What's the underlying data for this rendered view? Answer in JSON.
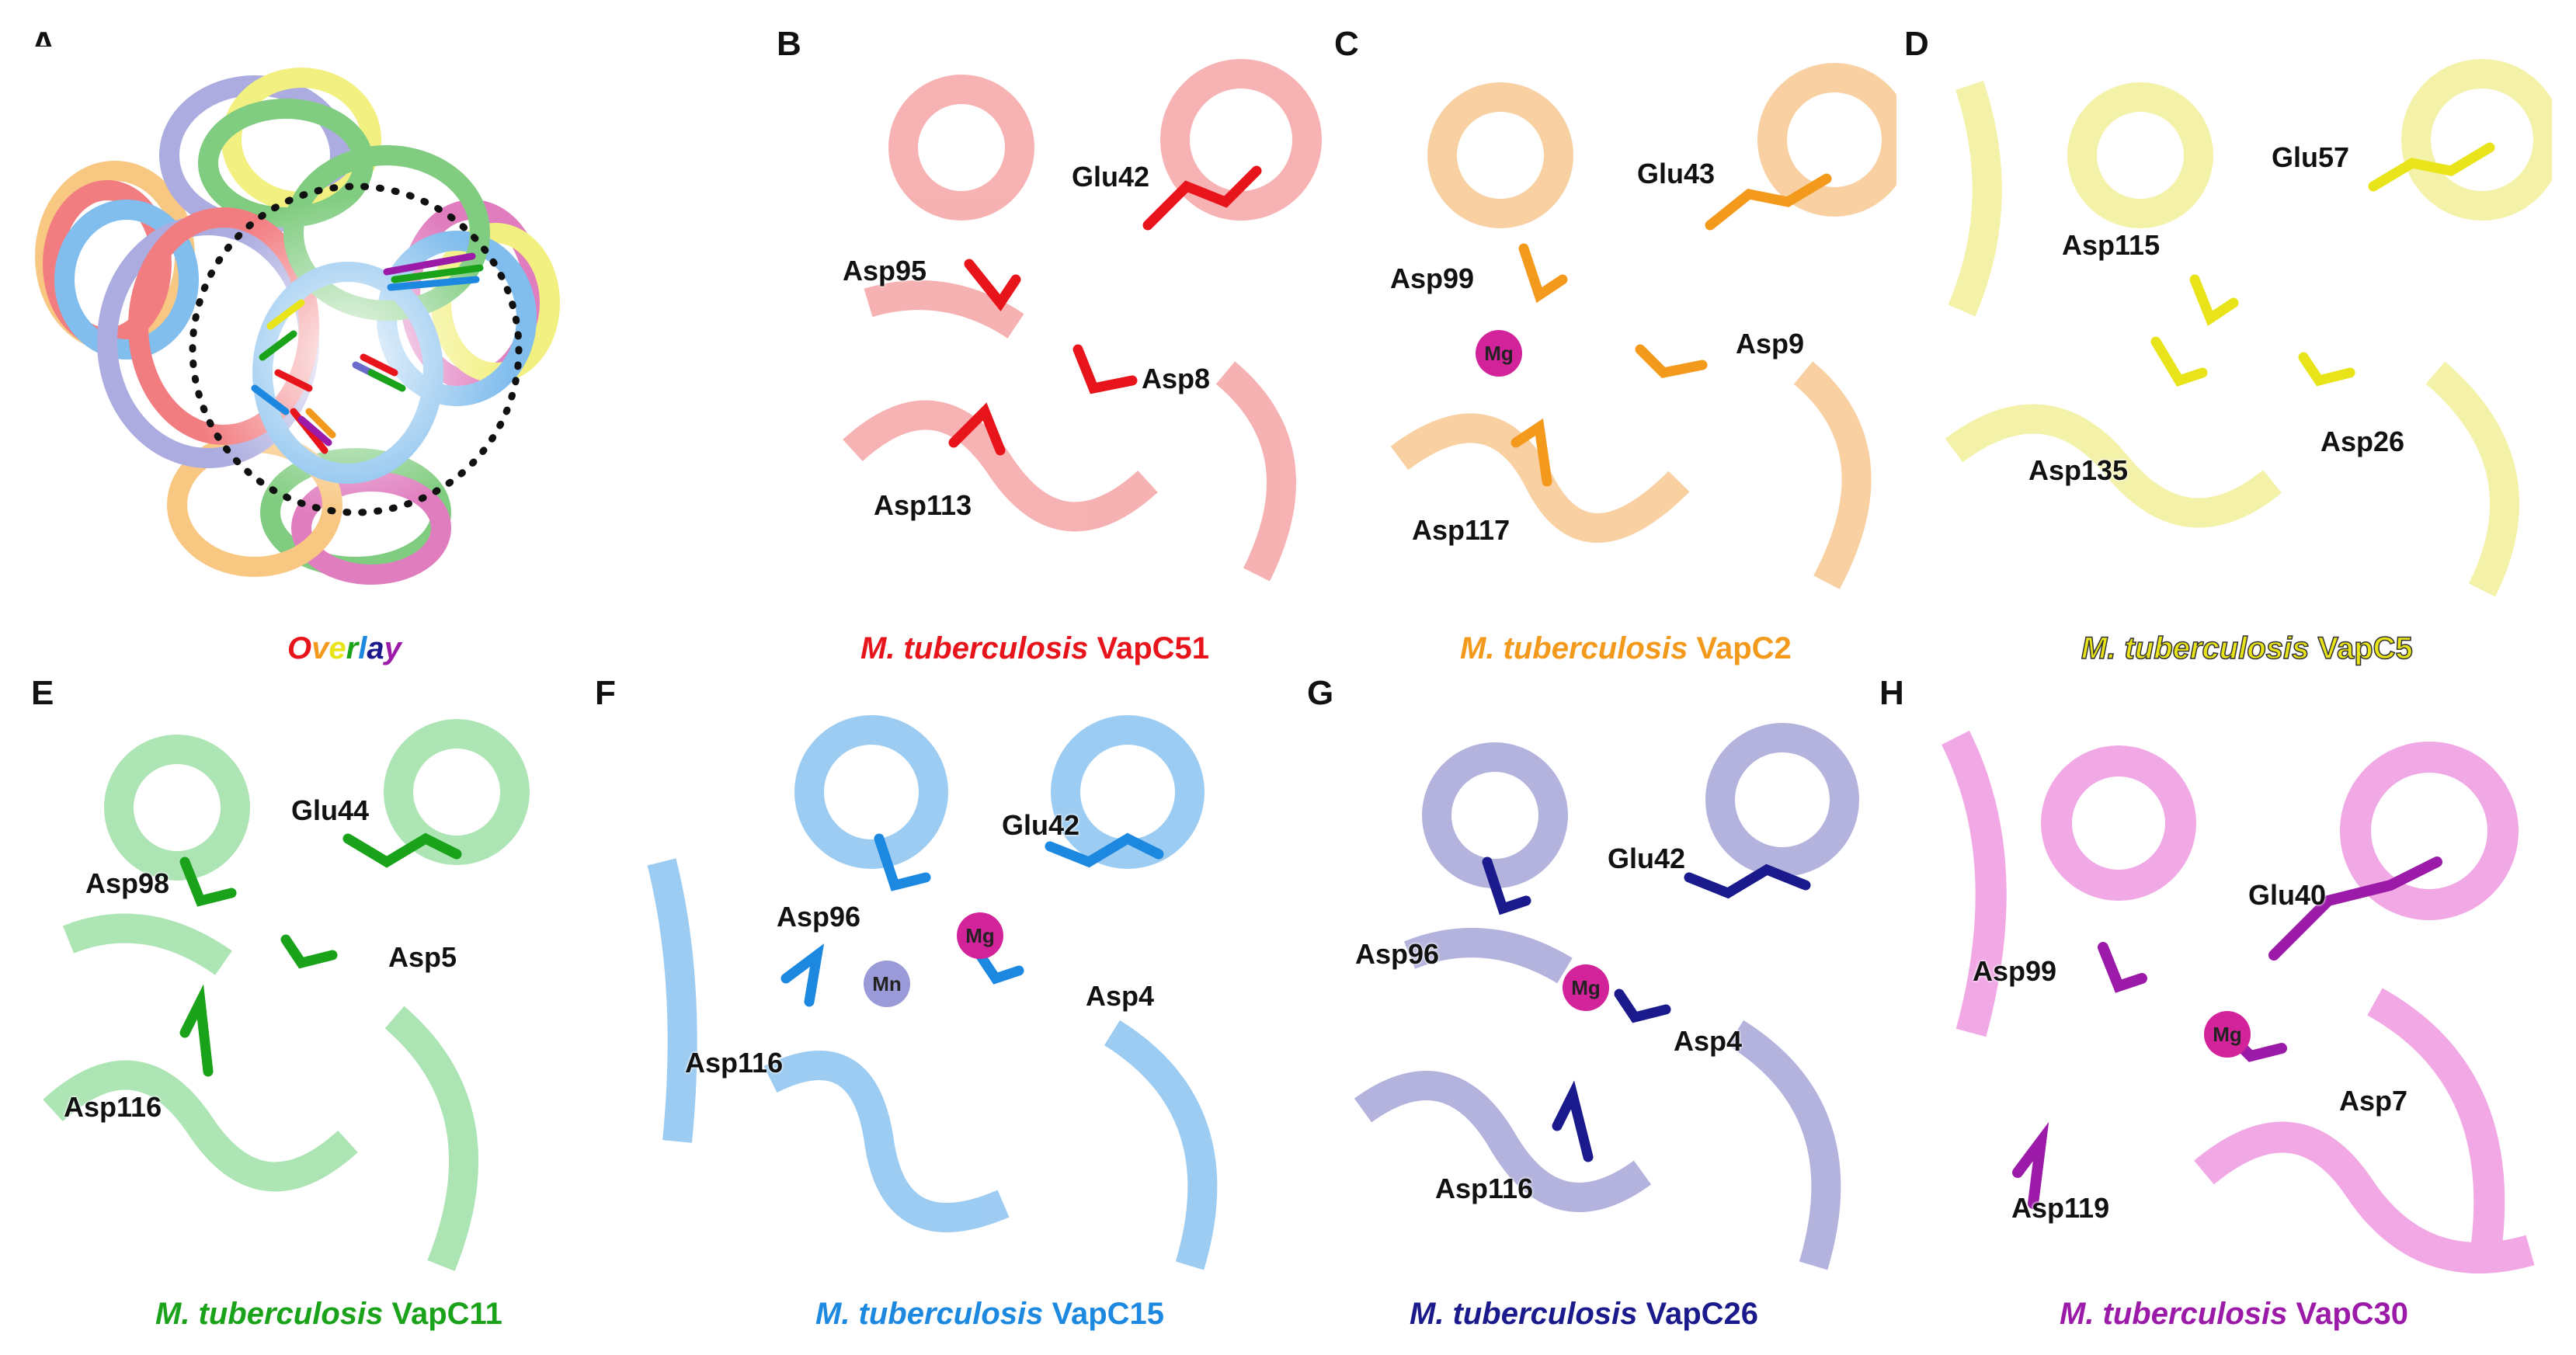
{
  "panels": [
    {
      "letter": "A",
      "caption_overlay": "Overlay"
    },
    {
      "letter": "B",
      "species": "M. tuberculosis",
      "protein": "VapC51",
      "color": "#e8141c",
      "residues": [
        {
          "name": "Glu42"
        },
        {
          "name": "Asp95"
        },
        {
          "name": "Asp8"
        },
        {
          "name": "Asp113"
        }
      ],
      "ions": []
    },
    {
      "letter": "C",
      "species": "M. tuberculosis",
      "protein": "VapC2",
      "color": "#f39a1d",
      "residues": [
        {
          "name": "Glu43"
        },
        {
          "name": "Asp99"
        },
        {
          "name": "Asp9"
        },
        {
          "name": "Asp117"
        }
      ],
      "ions": [
        {
          "name": "Mg"
        }
      ]
    },
    {
      "letter": "D",
      "species": "M. tuberculosis",
      "protein": "VapC5",
      "color": "#e9e41a",
      "residues": [
        {
          "name": "Glu57"
        },
        {
          "name": "Asp115"
        },
        {
          "name": "Asp135"
        },
        {
          "name": "Asp26"
        }
      ],
      "ions": []
    },
    {
      "letter": "E",
      "species": "M. tuberculosis",
      "protein": "VapC11",
      "color": "#1aa31a",
      "residues": [
        {
          "name": "Glu44"
        },
        {
          "name": "Asp98"
        },
        {
          "name": "Asp5"
        },
        {
          "name": "Asp116"
        }
      ],
      "ions": []
    },
    {
      "letter": "F",
      "species": "M. tuberculosis",
      "protein": "VapC15",
      "color": "#1c88e0",
      "residues": [
        {
          "name": "Glu42"
        },
        {
          "name": "Asp96"
        },
        {
          "name": "Asp4"
        },
        {
          "name": "Asp116"
        }
      ],
      "ions": [
        {
          "name": "Mg"
        },
        {
          "name": "Mn"
        }
      ]
    },
    {
      "letter": "G",
      "species": "M. tuberculosis",
      "protein": "VapC26",
      "color": "#1a1a8c",
      "residues": [
        {
          "name": "Glu42"
        },
        {
          "name": "Asp96"
        },
        {
          "name": "Asp4"
        },
        {
          "name": "Asp116"
        }
      ],
      "ions": [
        {
          "name": "Mg"
        }
      ]
    },
    {
      "letter": "H",
      "species": "M. tuberculosis",
      "protein": "VapC30",
      "color": "#9b1aa8",
      "residues": [
        {
          "name": "Glu40"
        },
        {
          "name": "Asp99"
        },
        {
          "name": "Asp7"
        },
        {
          "name": "Asp119"
        }
      ],
      "ions": [
        {
          "name": "Mg"
        }
      ]
    }
  ],
  "colors": {
    "red": "#e8141c",
    "orange": "#f39a1d",
    "yellow": "#e9e41a",
    "green": "#1aa31a",
    "blue": "#1c88e0",
    "navy": "#1a1a8c",
    "purple": "#9b1aa8",
    "magenta": "#c8148c",
    "oxygen": "#e8141c",
    "manganese": "#9a9ad8"
  }
}
